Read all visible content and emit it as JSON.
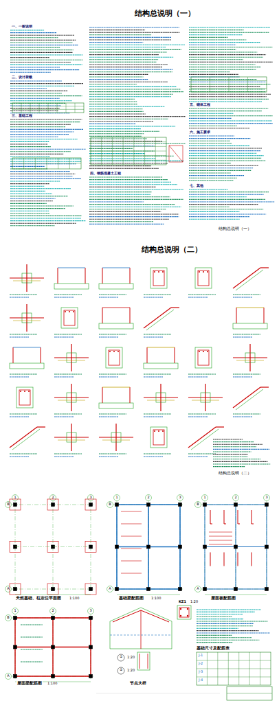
{
  "diagram": {
    "nodes": [
      {
        "text": [
          "基础尺寸及配筋表"
        ]
      }
    ],
    "labels": [
      "结构总说明（一）",
      "一、一般说明",
      "二、设计荷载",
      "三、基础工程",
      "四、钢筋混凝土工程",
      "五、砌体工程",
      "六、施工要求",
      "七、其他",
      "结构总说明（一）",
      "结构总说明（二）",
      "结构总说明（二）",
      "天然基础、柱定位平面图",
      "1:100",
      "基础梁配筋图",
      "1:100",
      "屋面板配筋图",
      "屋面梁配筋图",
      "1:100",
      "KZ1",
      "1:20",
      "节点大样",
      "①",
      "1:20",
      "②",
      "1:20",
      "J-1",
      "J-2",
      "J-3",
      "J-4",
      "1",
      "2",
      "3",
      "A",
      "B",
      "1",
      "2",
      "3",
      "A",
      "B",
      "1",
      "2",
      "3",
      "A",
      "B",
      "1",
      "2",
      "3",
      "A",
      "B"
    ]
  }
}
